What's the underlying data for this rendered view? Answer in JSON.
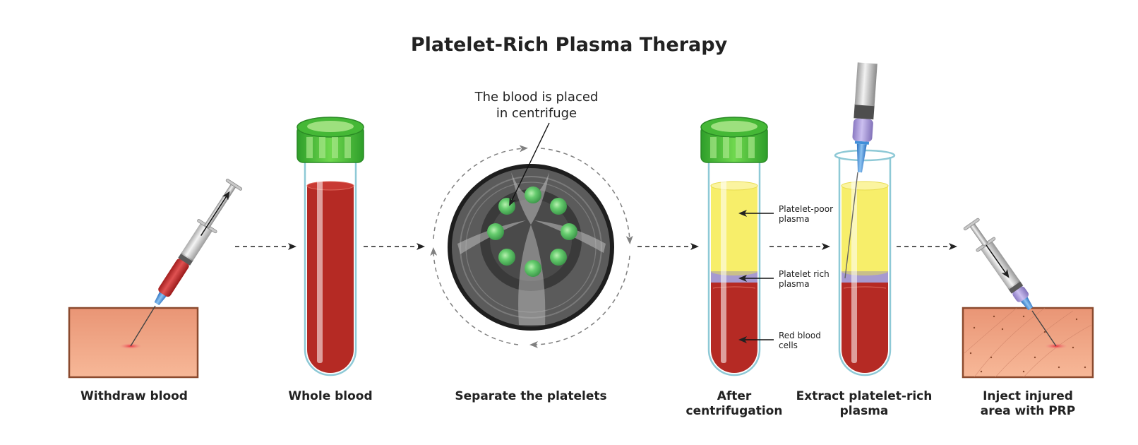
{
  "title": "Platelet-Rich Plasma Therapy",
  "steps": [
    {
      "id": "withdraw",
      "label_lines": [
        "Withdraw blood"
      ]
    },
    {
      "id": "whole",
      "label_lines": [
        "Whole blood"
      ]
    },
    {
      "id": "separate",
      "label_lines": [
        "Separate the platelets"
      ]
    },
    {
      "id": "after",
      "label_lines": [
        "After",
        "centrifugation"
      ]
    },
    {
      "id": "extract",
      "label_lines": [
        "Extract platelet-rich",
        "plasma"
      ]
    },
    {
      "id": "inject",
      "label_lines": [
        "Inject injured",
        "area with PRP"
      ]
    }
  ],
  "centrifuge_note": [
    "The blood is placed",
    "in centrifuge"
  ],
  "layer_labels": [
    {
      "lines": [
        "Platelet-poor",
        "plasma"
      ]
    },
    {
      "lines": [
        "Platelet rich",
        "plasma"
      ]
    },
    {
      "lines": [
        "Red blood",
        "cells"
      ]
    }
  ],
  "colors": {
    "blood": "#b52a24",
    "plasma_poor": "#f7ee6a",
    "plasma_rich": "#a79ad0",
    "cap_green": "#4fc43a",
    "skin": "#f2a585",
    "skin_border": "#8b4a2e",
    "tube_outline": "#8ec9d6",
    "needle_hub": "#3f8fd9",
    "centrifuge_dark": "#3a3a3a",
    "rotor_green": "#5ec46c"
  }
}
